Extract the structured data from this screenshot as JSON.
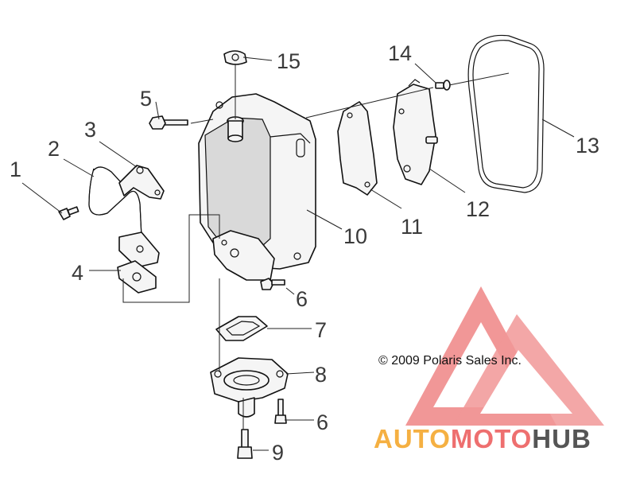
{
  "diagram": {
    "copyright": "© 2009 Polaris Sales Inc.",
    "callouts": [
      {
        "id": "c1",
        "label": "1"
      },
      {
        "id": "c2",
        "label": "2"
      },
      {
        "id": "c3",
        "label": "3"
      },
      {
        "id": "c4",
        "label": "4"
      },
      {
        "id": "c5",
        "label": "5"
      },
      {
        "id": "c6a",
        "label": "6"
      },
      {
        "id": "c6b",
        "label": "6"
      },
      {
        "id": "c7",
        "label": "7"
      },
      {
        "id": "c8",
        "label": "8"
      },
      {
        "id": "c9",
        "label": "9"
      },
      {
        "id": "c10",
        "label": "10"
      },
      {
        "id": "c11",
        "label": "11"
      },
      {
        "id": "c12",
        "label": "12"
      },
      {
        "id": "c13",
        "label": "13"
      },
      {
        "id": "c14",
        "label": "14"
      },
      {
        "id": "c15",
        "label": "15"
      }
    ]
  },
  "watermark": {
    "part_auto": "AUTO",
    "part_moto": "MOTO",
    "part_hub": "HUB",
    "colors": {
      "triangle": "#f08c8c",
      "auto": "#f5b042",
      "moto": "#ee6f6f",
      "hub": "#555555"
    }
  }
}
